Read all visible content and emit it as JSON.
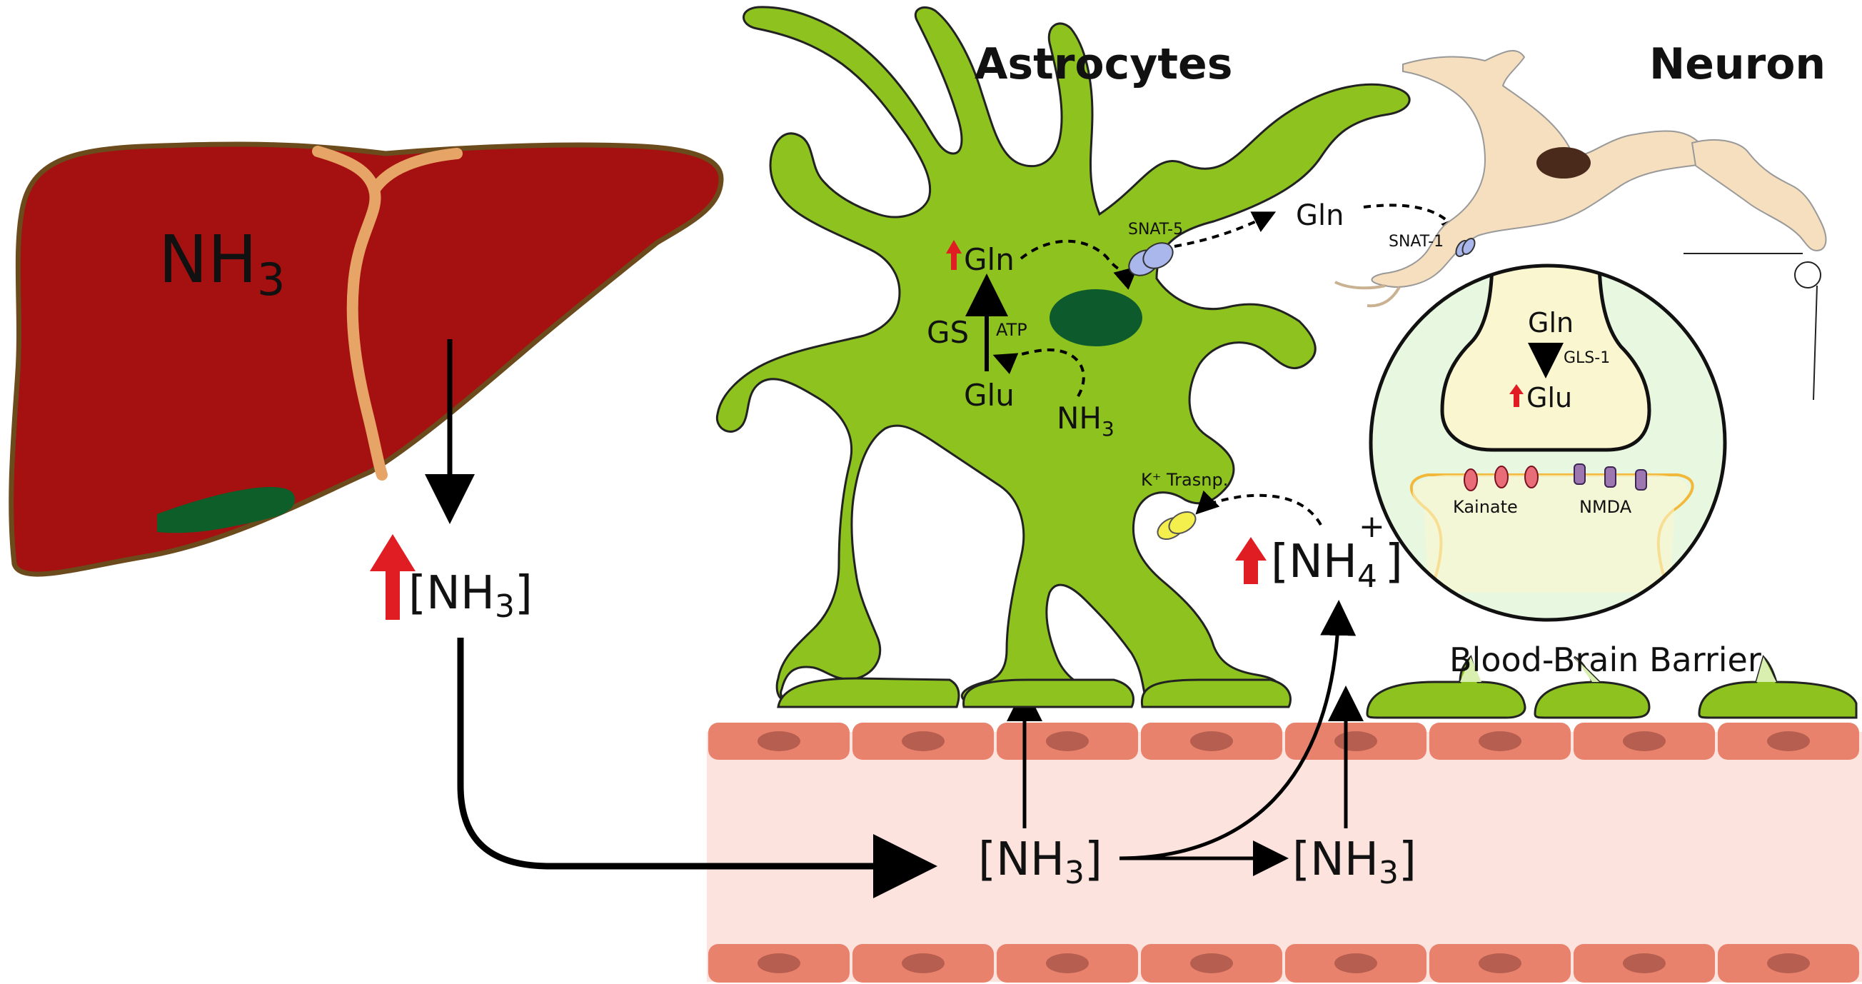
{
  "liver": {
    "label_main": "NH",
    "label_sub": "3"
  },
  "blood_ammonia": {
    "open": "[NH",
    "sub": "3",
    "close": "]"
  },
  "vessel": {
    "left": {
      "open": "[NH",
      "sub": "3",
      "close": "]"
    },
    "right": {
      "open": "[NH",
      "sub": "3",
      "close": "]"
    }
  },
  "ammonium": {
    "open": "[NH",
    "sub": "4",
    "sup": "+",
    "close": "]"
  },
  "astrocyte": {
    "title": "Astrocytes",
    "gln": "Gln",
    "gs": "GS",
    "atp": "ATP",
    "glu": "Glu",
    "nh3_main": "NH",
    "nh3_sub": "3",
    "snat5": "SNAT-5",
    "k_transp": "K⁺ Trasnp."
  },
  "neuron": {
    "title": "Neuron",
    "gln": "Gln",
    "snat1": "SNAT-1"
  },
  "synapse": {
    "gln": "Gln",
    "gls1": "GLS-1",
    "glu": "Glu",
    "kainate": "Kainate",
    "nmda": "NMDA"
  },
  "bbb_label": "Blood-Brain Barrier",
  "colors": {
    "liver": "#a51010",
    "liver_outline": "#6b4a1c",
    "gallbladder": "#0e5e2a",
    "astrocyte": "#8dc21f",
    "nucleus": "#0d5a2c",
    "neuron": "#f6dfbe",
    "vessel": "#fde3de",
    "endothelium": "#e9826c",
    "endo_nucleus": "#b65f50",
    "increase_arrow": "#e11d24",
    "synapse_bg": "#e8f7df"
  }
}
